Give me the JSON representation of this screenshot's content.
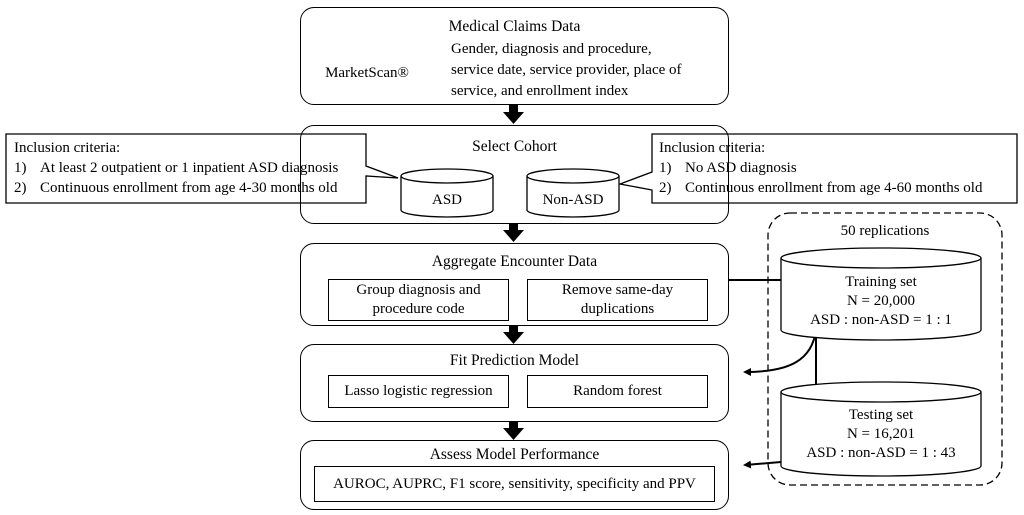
{
  "stages": {
    "medical_claims": {
      "title": "Medical Claims Data",
      "database": "MarketScan®",
      "description": [
        "Gender, diagnosis and procedure,",
        "service date, service provider, place of",
        "service, and enrollment index"
      ]
    },
    "select_cohort": {
      "title": "Select Cohort",
      "groups": [
        "ASD",
        "Non-ASD"
      ]
    },
    "aggregate": {
      "title": "Aggregate Encounter Data",
      "steps": [
        "Group diagnosis and procedure code",
        "Remove same-day duplications"
      ]
    },
    "fit_model": {
      "title": "Fit Prediction Model",
      "models": [
        "Lasso logistic regression",
        "Random forest"
      ]
    },
    "assess": {
      "title": "Assess Model Performance",
      "metrics": "AUROC, AUPRC, F1 score, sensitivity, specificity and PPV"
    }
  },
  "inclusion_asd": {
    "heading": "Inclusion criteria:",
    "items": [
      {
        "num": "1)",
        "text": "At least 2 outpatient or 1 inpatient ASD diagnosis"
      },
      {
        "num": "2)",
        "text": "Continuous enrollment from age 4-30 months old"
      }
    ]
  },
  "inclusion_non_asd": {
    "heading": "Inclusion criteria:",
    "items": [
      {
        "num": "1)",
        "text": "No ASD diagnosis"
      },
      {
        "num": "2)",
        "text": "Continuous enrollment from age 4-60 months old"
      }
    ]
  },
  "replications": {
    "label": "50 replications",
    "training": {
      "name": "Training set",
      "n": "N = 20,000",
      "ratio": "ASD : non-ASD = 1 : 1"
    },
    "testing": {
      "name": "Testing set",
      "n": "N = 16,201",
      "ratio": "ASD : non-ASD = 1 : 43"
    }
  }
}
